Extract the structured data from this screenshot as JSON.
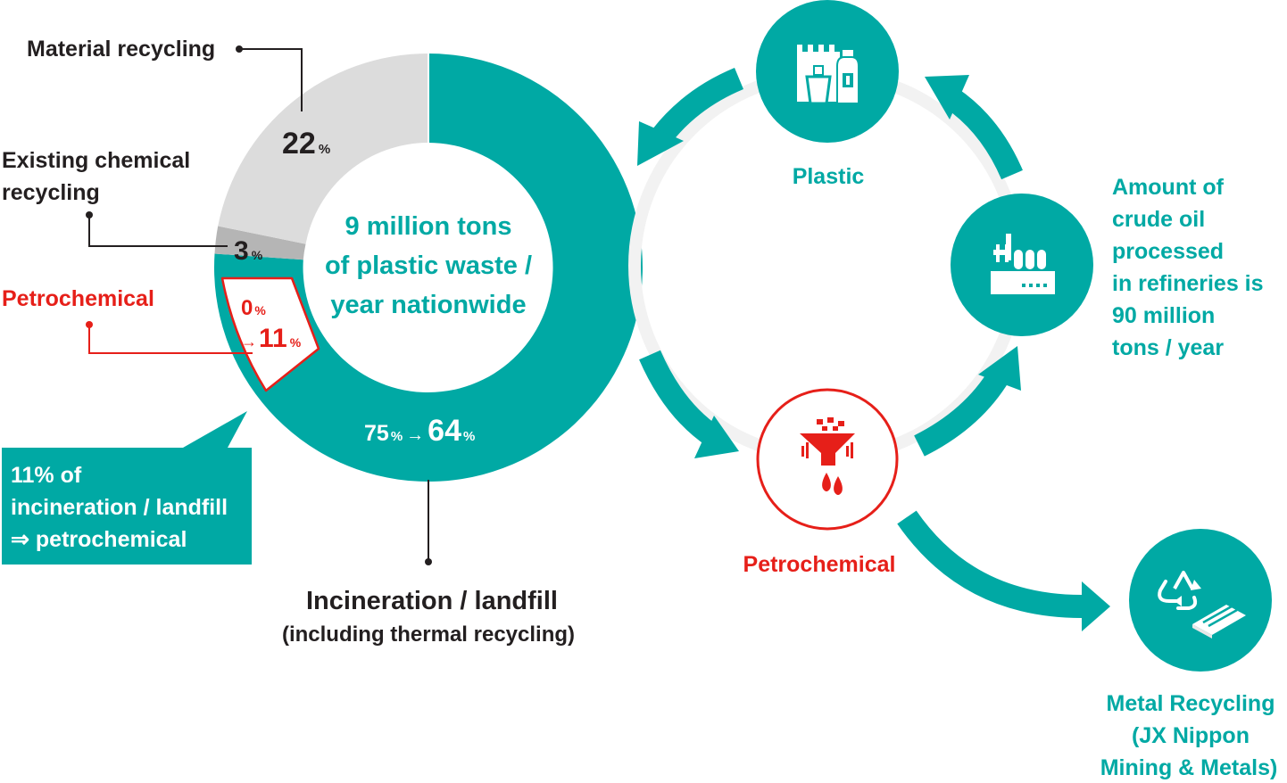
{
  "colors": {
    "teal": "#00a9a4",
    "red": "#e61f19",
    "light_gray": "#dcdcdc",
    "mid_gray": "#b5b5b5",
    "dark_text": "#231f20"
  },
  "donut": {
    "center_line1": "9 million tons",
    "center_line2": "of plastic waste /",
    "center_line3": "year nationwide",
    "segments": [
      {
        "name": "Material recycling",
        "percent": 22
      },
      {
        "name": "Existing chemical recycling",
        "percent": 3
      },
      {
        "name": "Incineration / landfill",
        "percent": 75
      }
    ],
    "material_value": "22",
    "chemical_value": "3",
    "petro_from": "0",
    "petro_arrow": "→",
    "petro_to": "11",
    "incin_from": "75",
    "incin_arrow": "→",
    "incin_to": "64",
    "percent_sign": "%"
  },
  "labels": {
    "material_recycling": "Material recycling",
    "existing_line1": "Existing chemical",
    "existing_line2": "recycling",
    "petrochemical": "Petrochemical",
    "incineration_line1": "Incineration / landfill",
    "incineration_line2": "(including thermal recycling)"
  },
  "callout": {
    "line1": "11% of",
    "line2": "incineration / landfill",
    "line3": "⇒ petrochemical"
  },
  "cycle": {
    "plastic_label": "Plastic",
    "petrochemical_label": "Petrochemical",
    "refinery_line1": "Amount of",
    "refinery_line2": "crude oil",
    "refinery_line3": "processed",
    "refinery_line4": "in refineries is",
    "refinery_line5": "90 million",
    "refinery_line6": "tons / year",
    "metal_line1": "Metal Recycling",
    "metal_line2": "(JX Nippon",
    "metal_line3": "Mining & Metals)"
  },
  "icons": {
    "plastic": "plastic-containers-icon",
    "refinery": "refinery-icon",
    "petrochemical": "funnel-oil-icon",
    "metal": "recycle-metal-icon"
  }
}
